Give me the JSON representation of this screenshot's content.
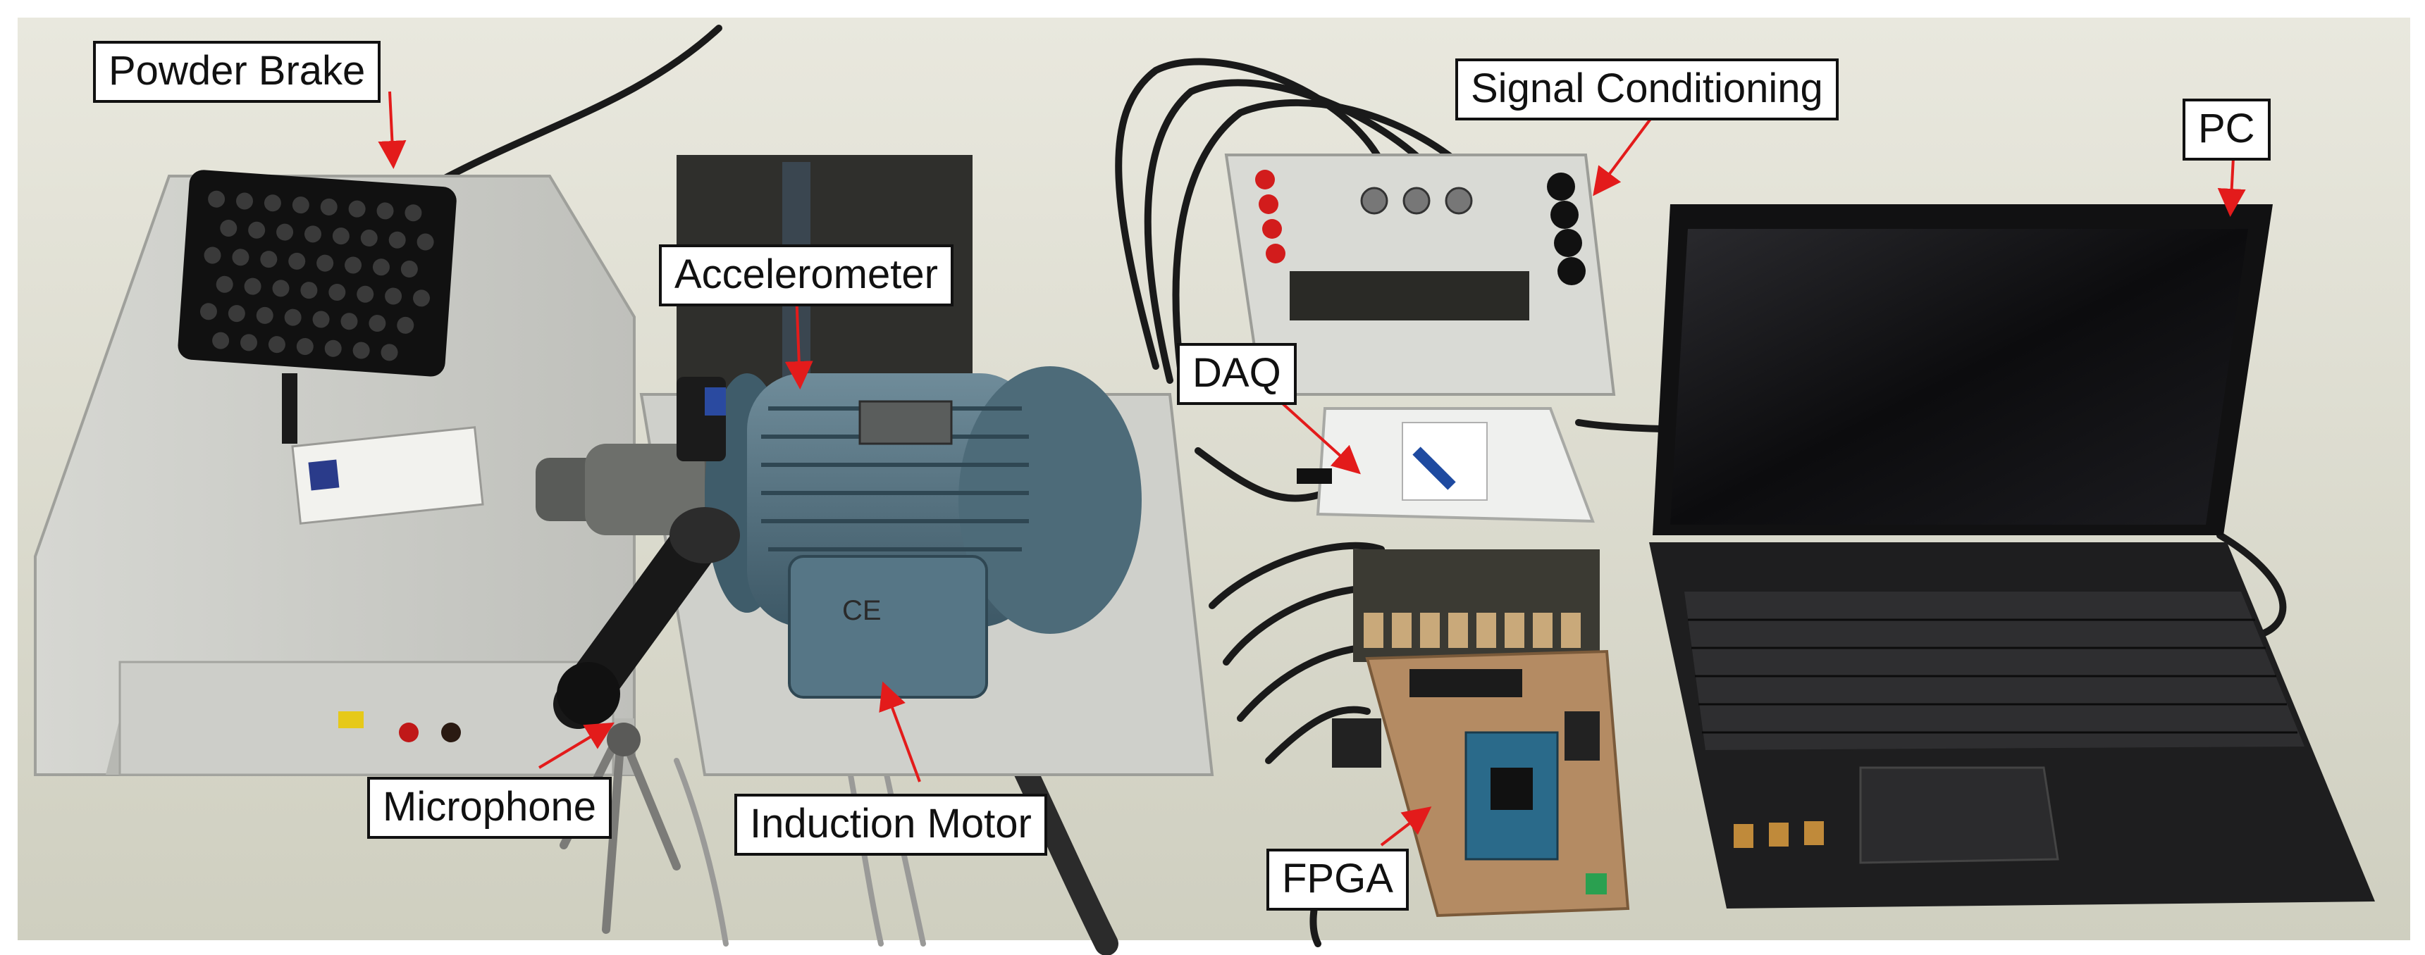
{
  "labels": {
    "powder_brake": "Powder Brake",
    "signal_conditioning": "Signal Conditioning",
    "pc": "PC",
    "accelerometer": "Accelerometer",
    "daq": "DAQ",
    "microphone": "Microphone",
    "induction_motor": "Induction Motor",
    "fpga": "FPGA"
  },
  "colors": {
    "arrow": "#e31b1b",
    "table": "#dcdccc",
    "motor_blue": "#4f6f7f",
    "metal_grey": "#c9cbc6",
    "laptop_black": "#141414"
  }
}
